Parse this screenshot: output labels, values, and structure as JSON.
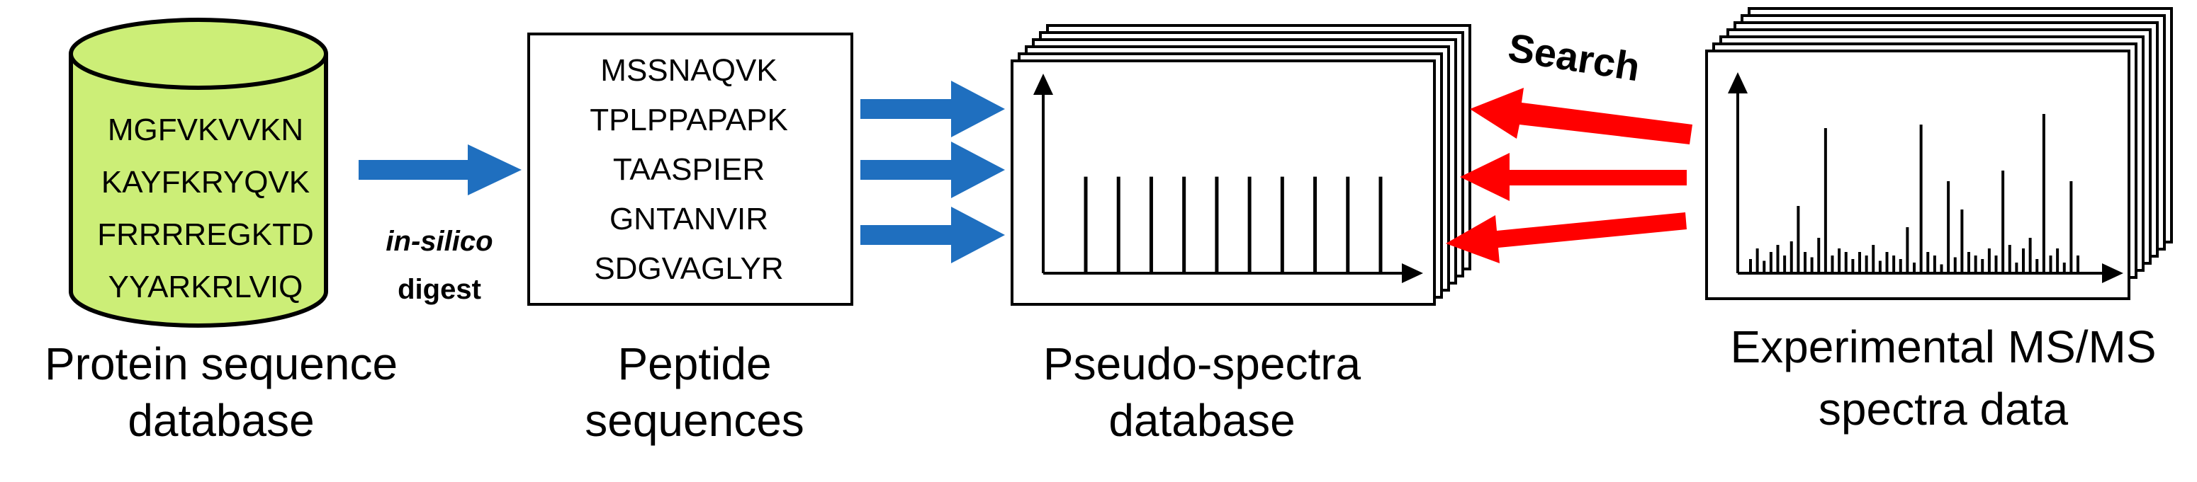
{
  "protein_db": {
    "sequences": [
      "MGFVKVVKN",
      "KAYFKRYQVK",
      "FRRRREGKTD",
      "YYARKRLVIQ"
    ],
    "caption": [
      "Protein sequence",
      "database"
    ],
    "fill_color": "#ccee77"
  },
  "digest": {
    "line1": "in-silico",
    "line2": "digest",
    "arrow_color": "#1f6fbf"
  },
  "peptides": {
    "sequences": [
      "MSSNAQVK",
      "TPLPPAPAPK",
      "TAASPIER",
      "GNTANVIR",
      "SDGVAGLYR"
    ],
    "caption": [
      "Peptide",
      "sequences"
    ]
  },
  "pseudo_spectra": {
    "caption": [
      "Pseudo-spectra",
      "database"
    ],
    "peak_heights": [
      0.62,
      0.62,
      0.62,
      0.62,
      0.62,
      0.62,
      0.62,
      0.62,
      0.62,
      0.62
    ]
  },
  "search": {
    "label": "Search",
    "arrow_color": "#ff0000"
  },
  "experimental": {
    "caption": [
      "Experimental MS/MS",
      "spectra data"
    ],
    "peak_heights": [
      0.08,
      0.14,
      0.07,
      0.12,
      0.16,
      0.1,
      0.18,
      0.38,
      0.12,
      0.09,
      0.2,
      0.82,
      0.1,
      0.14,
      0.12,
      0.08,
      0.12,
      0.1,
      0.16,
      0.07,
      0.12,
      0.1,
      0.08,
      0.26,
      0.06,
      0.84,
      0.12,
      0.1,
      0.05,
      0.52,
      0.09,
      0.36,
      0.12,
      0.1,
      0.08,
      0.14,
      0.1,
      0.58,
      0.16,
      0.06,
      0.14,
      0.2,
      0.08,
      0.9,
      0.1,
      0.14,
      0.06,
      0.52,
      0.1
    ]
  }
}
